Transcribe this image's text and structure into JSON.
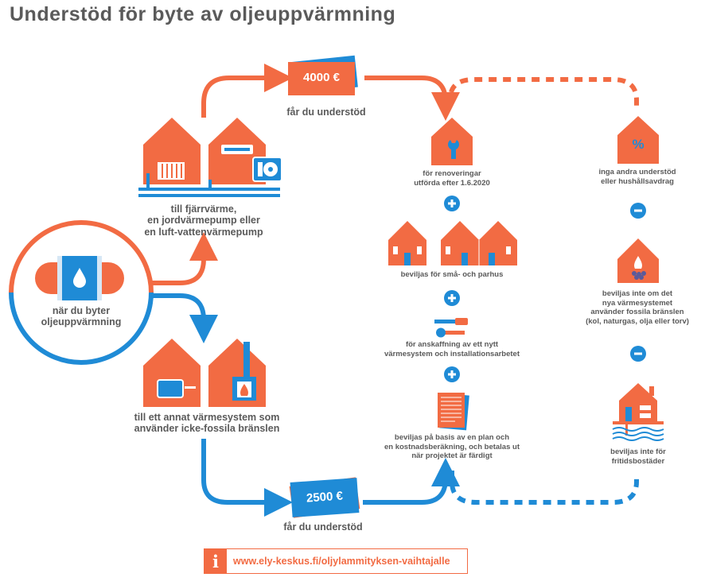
{
  "title": "Understöd för byte av oljeuppvärmning",
  "colors": {
    "orange": "#f26b43",
    "blue": "#1f8bd6",
    "gray": "#5a5a5a"
  },
  "center": {
    "line1": "när du byter",
    "line2": "oljeuppvärmning"
  },
  "upper_option": {
    "line1": "till fjärrvärme,",
    "line2": "en jordvärmepump eller",
    "line3": "en luft-vattenvärmepump"
  },
  "lower_option": {
    "line1": "till ett annat värmesystem som",
    "line2": "använder icke-fossila bränslen"
  },
  "upper_amount": {
    "value": "4000 €",
    "caption": "får du understöd"
  },
  "lower_amount": {
    "value": "2500 €",
    "caption": "får du understöd"
  },
  "conditions": {
    "renovations": {
      "line1": "för renoveringar",
      "line2": "utförda efter 1.6.2020"
    },
    "houses": {
      "line1": "beviljas för små- och parhus"
    },
    "acquisition": {
      "line1": "för anskaffning av ett nytt",
      "line2": "värmesystem och installationsarbetet"
    },
    "plan": {
      "line1": "beviljas på basis av en plan och",
      "line2": "en kostnadsberäkning, och betalas ut",
      "line3": "när projektet är färdigt"
    }
  },
  "exclusions": {
    "no_other": {
      "line1": "inga andra understöd",
      "line2": "eller hushållsavdrag"
    },
    "fossil": {
      "line1": "beviljas inte om det",
      "line2": "nya värmesystemet",
      "line3": "använder fossila bränslen",
      "line4": "(kol, naturgas, olja eller torv)"
    },
    "leisure": {
      "line1": "beviljas inte för",
      "line2": "fritidsbostäder"
    }
  },
  "percent_symbol": "%",
  "info": {
    "icon_letter": "i",
    "url": "www.ely-keskus.fi/oljylammityksen-vaihtajalle"
  },
  "icons": [
    "oil-tank-icon",
    "district-heating-house-icon",
    "heat-pump-house-icon",
    "boiler-house-icon",
    "fireplace-house-icon",
    "wrench-house-icon",
    "percent-house-icon",
    "small-houses-icon",
    "fire-house-icon",
    "tools-icon",
    "document-icon",
    "leisure-house-icon",
    "plus-icon",
    "minus-icon",
    "info-icon"
  ]
}
